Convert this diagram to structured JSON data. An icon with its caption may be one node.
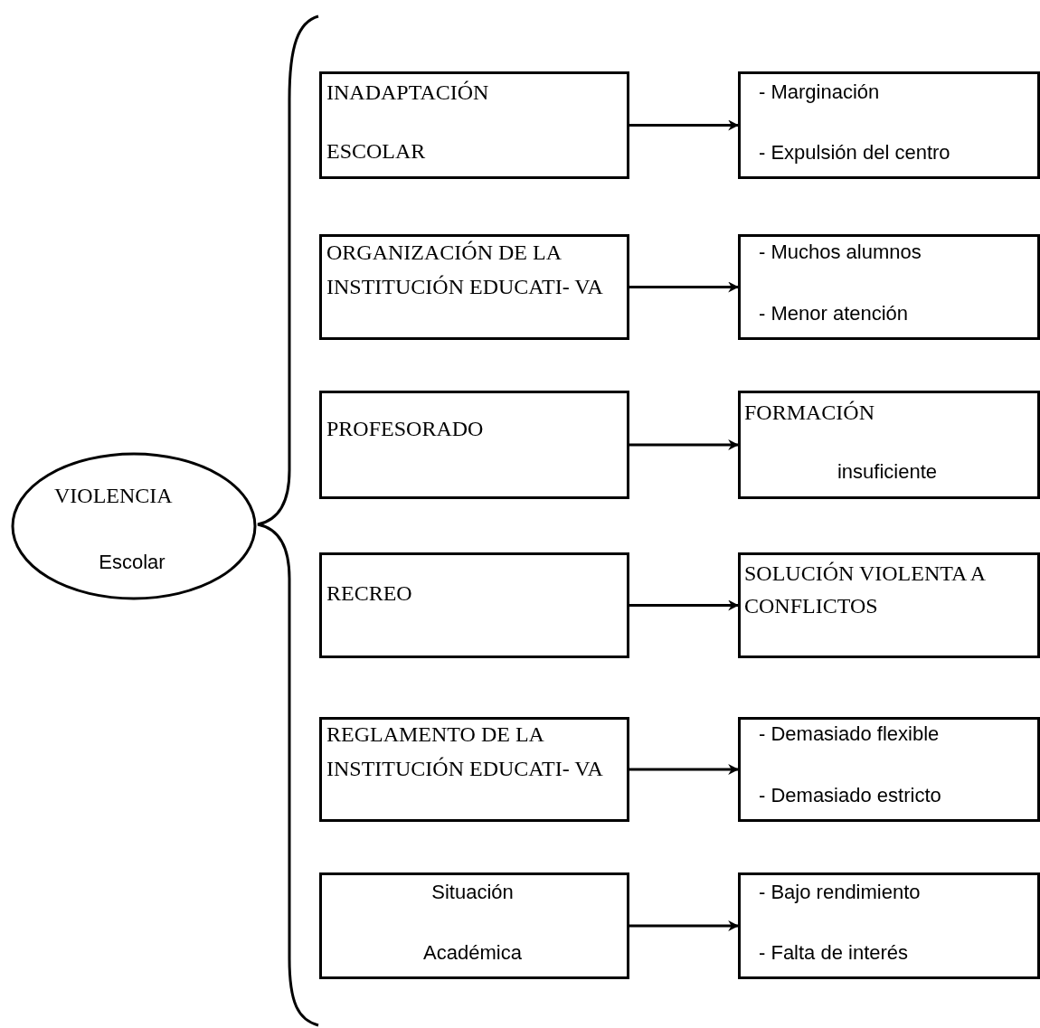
{
  "diagram": {
    "nodes": [
      {
        "text": [
          "VIOLENCIA",
          "Escolar"
        ]
      },
      {
        "text": [
          "INADAPTACIÓN",
          "ESCOLAR"
        ]
      },
      {
        "text": [
          "- Marginación",
          "- Expulsión del centro"
        ]
      },
      {
        "text": [
          "ORGANIZACIÓN DE LA INSTITUCIÓN EDUCATI- VA"
        ]
      },
      {
        "text": [
          "- Muchos alumnos",
          "- Menor atención"
        ]
      },
      {
        "text": [
          "PROFESORADO"
        ]
      },
      {
        "text": [
          "FORMACIÓN",
          "insuficiente"
        ]
      },
      {
        "text": [
          "RECREO"
        ]
      },
      {
        "text": [
          "SOLUCIÓN VIOLENTA A CONFLICTOS"
        ]
      },
      {
        "text": [
          "REGLAMENTO DE LA INSTITUCIÓN EDUCATI- VA"
        ]
      },
      {
        "text": [
          "- Demasiado flexible",
          "- Demasiado estricto"
        ]
      },
      {
        "text": [
          "Situación",
          "Académica"
        ]
      },
      {
        "text": [
          "- Bajo rendimiento",
          "- Falta de interés"
        ]
      }
    ],
    "edges": [
      {
        "from": 1,
        "to": 2,
        "arrow": "to"
      },
      {
        "from": 3,
        "to": 4,
        "arrow": "to"
      },
      {
        "from": 5,
        "to": 6,
        "arrow": "to"
      },
      {
        "from": 7,
        "to": 8,
        "arrow": "to"
      },
      {
        "from": 9,
        "to": 10,
        "arrow": "to"
      },
      {
        "from": 11,
        "to": 12,
        "arrow": "to"
      }
    ]
  }
}
